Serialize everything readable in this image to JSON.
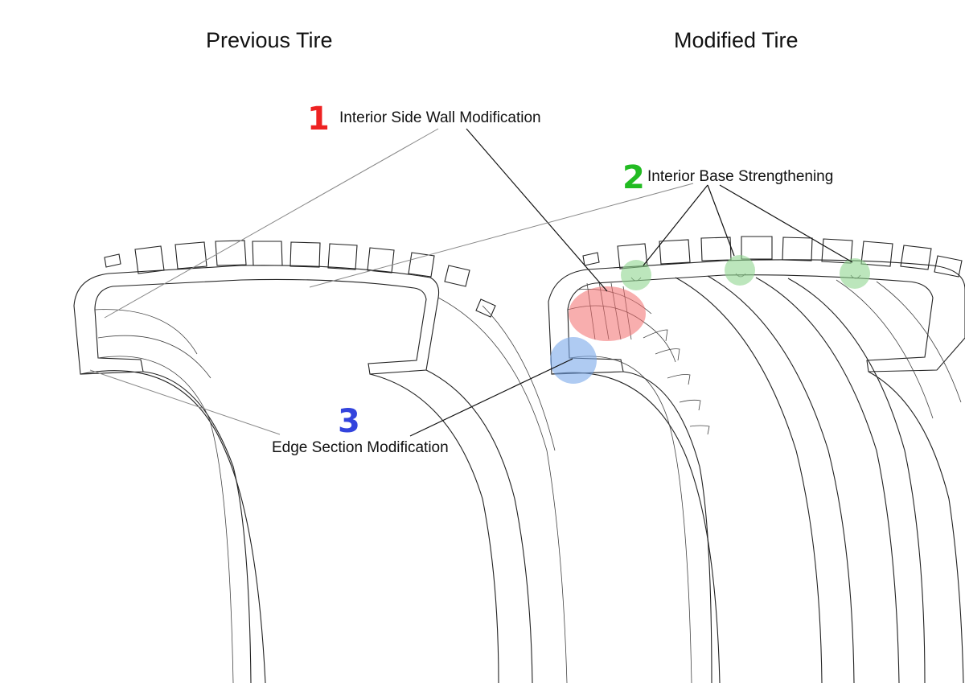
{
  "titles": {
    "left": "Previous Tire",
    "right": "Modified Tire"
  },
  "callouts": [
    {
      "number": "1",
      "label": "Interior Side Wall Modification",
      "color": "#ee2222"
    },
    {
      "number": "2",
      "label": "Interior Base Strengthening",
      "color": "#22bb22"
    },
    {
      "number": "3",
      "label": "Edge Section Modification",
      "color": "#3344dd"
    }
  ],
  "highlight_colors": {
    "side_wall": "#f26b6b",
    "base": "#8fd68f",
    "edge": "#7aa8ea"
  }
}
